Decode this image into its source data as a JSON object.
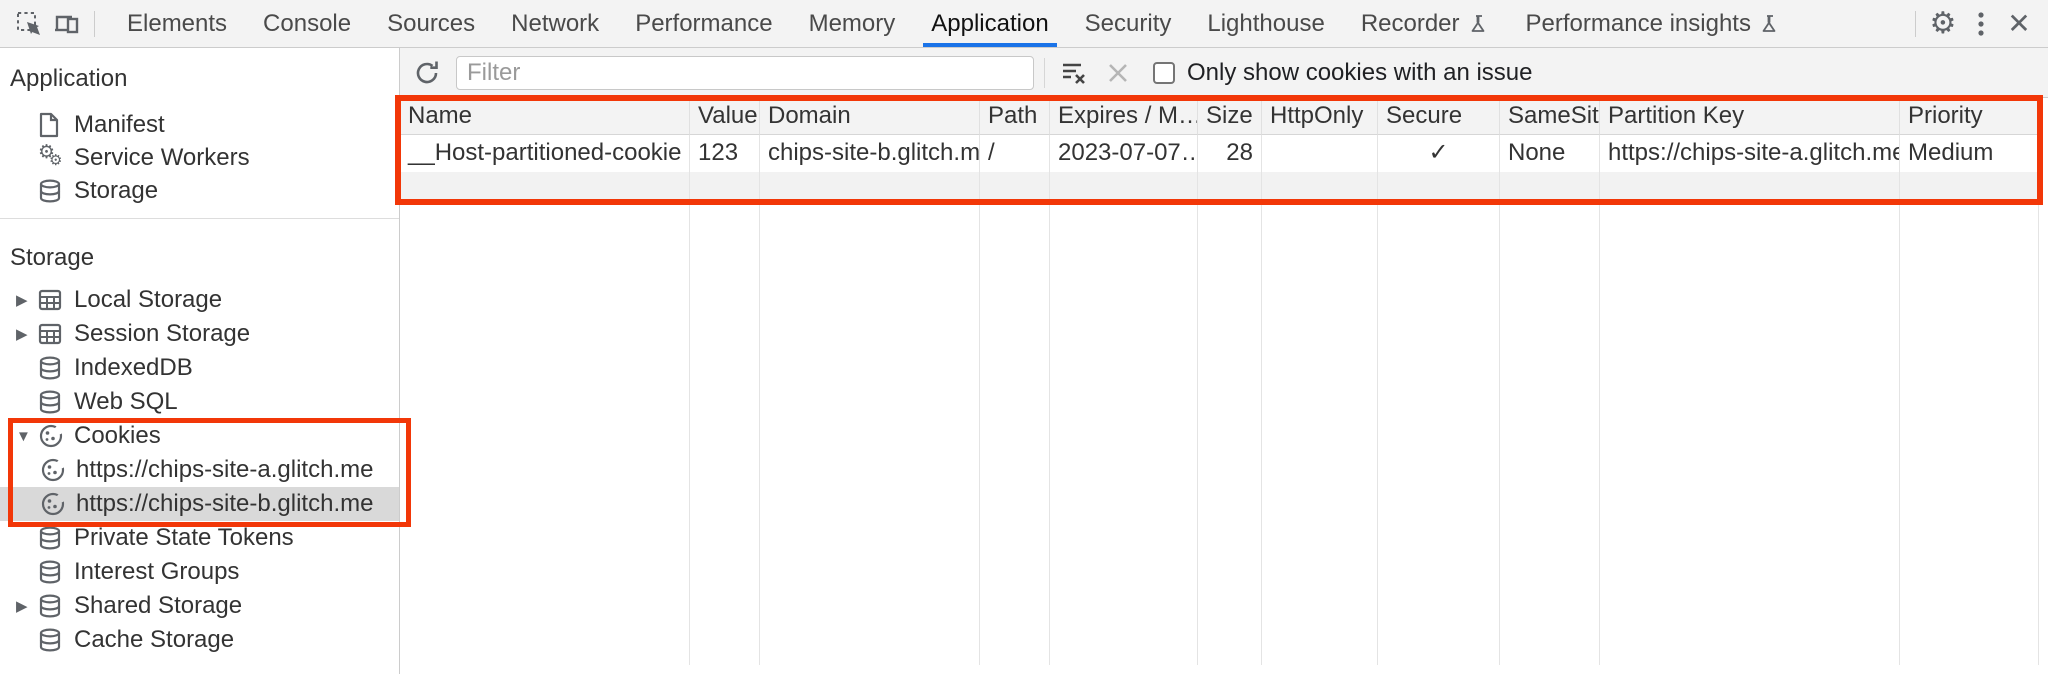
{
  "topbar": {
    "tabs": [
      {
        "label": "Elements"
      },
      {
        "label": "Console"
      },
      {
        "label": "Sources"
      },
      {
        "label": "Network"
      },
      {
        "label": "Performance"
      },
      {
        "label": "Memory"
      },
      {
        "label": "Application",
        "active": true
      },
      {
        "label": "Security"
      },
      {
        "label": "Lighthouse"
      },
      {
        "label": "Recorder",
        "experiment": true
      },
      {
        "label": "Performance insights",
        "experiment": true
      }
    ],
    "more_glyph": "⋮",
    "close_glyph": "✕",
    "gear_glyph": "⚙"
  },
  "sidebar": {
    "sections": [
      {
        "title": "Application",
        "items": [
          {
            "label": "Manifest",
            "icon": "manifest-icon",
            "arrow": ""
          },
          {
            "label": "Service Workers",
            "icon": "service-workers-icon",
            "arrow": ""
          },
          {
            "label": "Storage",
            "icon": "database-icon",
            "arrow": ""
          }
        ]
      },
      {
        "title": "Storage",
        "items": [
          {
            "label": "Local Storage",
            "icon": "table-icon",
            "arrow": "▶"
          },
          {
            "label": "Session Storage",
            "icon": "table-icon",
            "arrow": "▶"
          },
          {
            "label": "IndexedDB",
            "icon": "database-icon",
            "arrow": ""
          },
          {
            "label": "Web SQL",
            "icon": "database-icon",
            "arrow": ""
          },
          {
            "label": "Cookies",
            "icon": "cookie-icon",
            "arrow": "▼",
            "expanded": true
          },
          {
            "label": "https://chips-site-a.glitch.me",
            "icon": "cookie-icon",
            "arrow": "",
            "child": true
          },
          {
            "label": "https://chips-site-b.glitch.me",
            "icon": "cookie-icon",
            "arrow": "",
            "child": true,
            "selected": true
          },
          {
            "label": "Private State Tokens",
            "icon": "database-icon",
            "arrow": ""
          },
          {
            "label": "Interest Groups",
            "icon": "database-icon",
            "arrow": ""
          },
          {
            "label": "Shared Storage",
            "icon": "database-icon",
            "arrow": "▶"
          },
          {
            "label": "Cache Storage",
            "icon": "database-icon",
            "arrow": ""
          }
        ]
      }
    ]
  },
  "toolbar": {
    "filter_placeholder": "Filter",
    "checkbox_label": "Only show cookies with an issue",
    "checkbox_checked": false
  },
  "cookie_table": {
    "columns": [
      "Name",
      "Value",
      "Domain",
      "Path",
      "Expires / M…",
      "Size",
      "HttpOnly",
      "Secure",
      "SameSite",
      "Partition Key",
      "Priority"
    ],
    "row": {
      "name": "__Host-partitioned-cookie",
      "value": "123",
      "domain": "chips-site-b.glitch.me",
      "path": "/",
      "expires": "2023-07-07…",
      "size": "28",
      "http_only": "",
      "secure": "✓",
      "same_site": "None",
      "partition_key": "https://chips-site-a.glitch.me",
      "priority": "Medium"
    }
  },
  "colors": {
    "highlight_red": "#f23708",
    "selection_gray": "#d9d9d9",
    "active_tab_blue": "#1a73e8",
    "toolbar_gray": "#f3f3f3"
  }
}
